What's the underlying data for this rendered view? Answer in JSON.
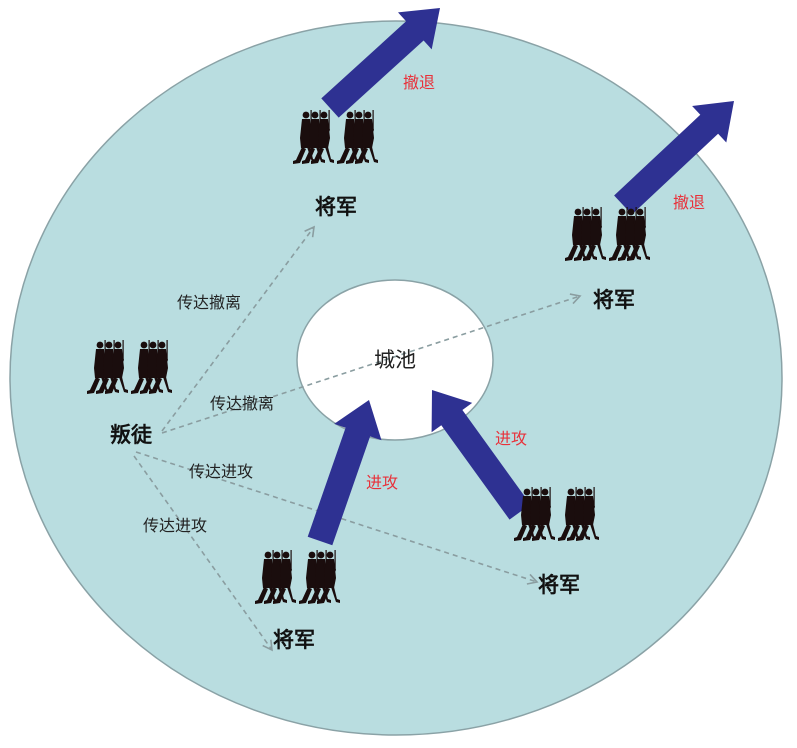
{
  "city": {
    "label": "城池"
  },
  "traitor": {
    "label": "叛徒"
  },
  "generals": [
    {
      "id": "top",
      "label": "将军",
      "action": "撤退"
    },
    {
      "id": "right",
      "label": "将军",
      "action": "撤退"
    },
    {
      "id": "bottom-left",
      "label": "将军",
      "action": "进攻"
    },
    {
      "id": "bottom-right",
      "label": "将军",
      "action": "进攻"
    }
  ],
  "messages": [
    {
      "to": "top",
      "label": "传达撤离"
    },
    {
      "to": "right",
      "label": "传达撤离"
    },
    {
      "to": "bottom-right",
      "label": "传达进攻"
    },
    {
      "to": "bottom-left",
      "label": "传达进攻"
    }
  ],
  "colors": {
    "field": "#b9dde0",
    "field_stroke": "#8aa2a6",
    "city": "#ffffff",
    "arrow": "#2e3192",
    "dashed": "#8a9da0",
    "action_text": "#e8313a",
    "soldier": "#1a0d0d"
  }
}
